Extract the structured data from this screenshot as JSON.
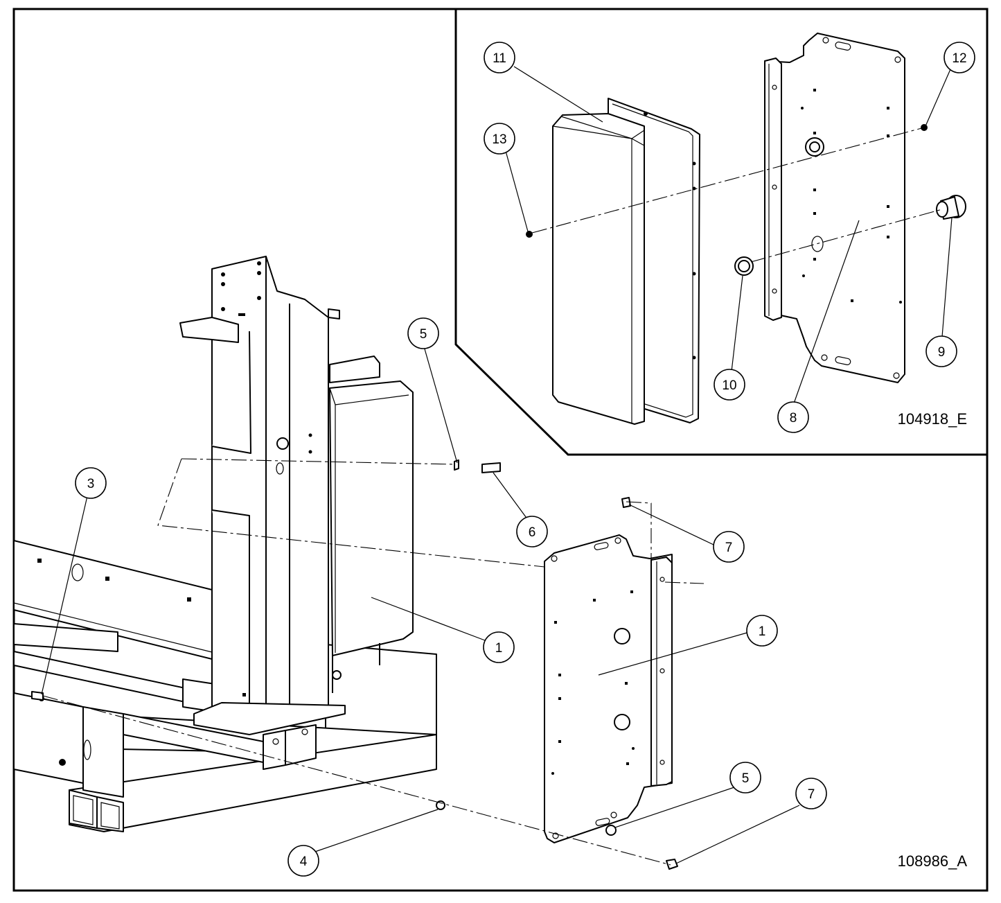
{
  "drawing": {
    "main_number": "108986_A",
    "detail_number": "104918_E"
  },
  "callouts": {
    "c1a": "1",
    "c1b": "1",
    "c3": "3",
    "c4": "4",
    "c5a": "5",
    "c5b": "5",
    "c6": "6",
    "c7a": "7",
    "c7b": "7",
    "c8": "8",
    "c9": "9",
    "c10": "10",
    "c11": "11",
    "c12": "12",
    "c13": "13"
  },
  "colors": {
    "line": "#000000",
    "background": "#ffffff"
  }
}
